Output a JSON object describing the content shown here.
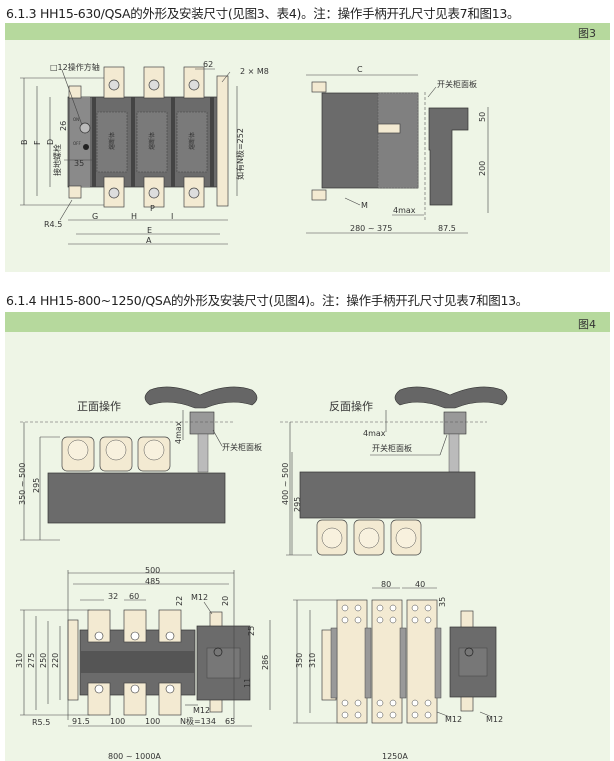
{
  "section1": {
    "heading": "6.1.3 HH15-630/QSA的外形及安装尺寸(见图3、表4)。注：操作手柄开孔尺寸见表7和图13。",
    "figure_label": "图3",
    "front_view": {
      "shaft_label": "□12操作方轴",
      "dim_62": "62",
      "bolt_label": "2 × M8",
      "dim_B": "B",
      "dim_F": "F",
      "dim_D": "D",
      "dim_26": "26",
      "dim_35": "35",
      "on_label": "ON",
      "off_label": "OFF",
      "ground_label": "接地螺栓",
      "radius_label": "R4.5",
      "dim_G": "G",
      "dim_H": "H",
      "dim_P": "P",
      "dim_I": "I",
      "dim_E": "E",
      "dim_A": "A",
      "n_pole_label": "如有N极=252",
      "fuse_label": "熔断体"
    },
    "side_view": {
      "dim_C": "C",
      "panel_label": "开关柜面板",
      "dim_50": "50",
      "dim_200": "200",
      "bolt_M": "M",
      "gap_label": "4max",
      "dim_depth": "280 ~ 375",
      "dim_87": "87.5"
    }
  },
  "section2": {
    "heading": "6.1.4 HH15-800~1250/QSA的外形及安装尺寸(见图4)。注：操作手柄开孔尺寸见表7和图13。",
    "figure_label": "图4",
    "front_op": {
      "title": "正面操作",
      "gap_label": "4max",
      "panel_label": "开关柜面板",
      "dim_total": "350 ~ 500",
      "dim_295": "295"
    },
    "rear_op": {
      "title": "反面操作",
      "gap_label": "4max",
      "panel_label": "开关柜面板",
      "dim_total": "400 ~ 500",
      "dim_295": "295"
    },
    "plan_800": {
      "dim_500": "500",
      "dim_485": "485",
      "dim_32": "32",
      "dim_60": "60",
      "dim_22": "22",
      "bolt_top": "M12",
      "dim_20": "20",
      "dim_310": "310",
      "dim_275": "275",
      "dim_250": "250",
      "dim_220": "220",
      "dim_25": "25",
      "dim_286": "286",
      "dim_11": "11",
      "radius": "R5.5",
      "dim_91": "91.5",
      "dim_100a": "100",
      "dim_100b": "100",
      "n_pole": "N极=134",
      "dim_65": "65",
      "bolt_bottom": "M12",
      "caption": "800 ~ 1000A"
    },
    "plan_1250": {
      "dim_80": "80",
      "dim_40": "40",
      "dim_35": "35",
      "dim_350": "350",
      "dim_310": "310",
      "bolt_a": "M12",
      "bolt_b": "M12",
      "caption": "1250A"
    }
  },
  "colors": {
    "bar": "#b6d99d",
    "panel": "#eef5e6",
    "body": "#6b6b6b",
    "cream": "#f3ead2"
  }
}
